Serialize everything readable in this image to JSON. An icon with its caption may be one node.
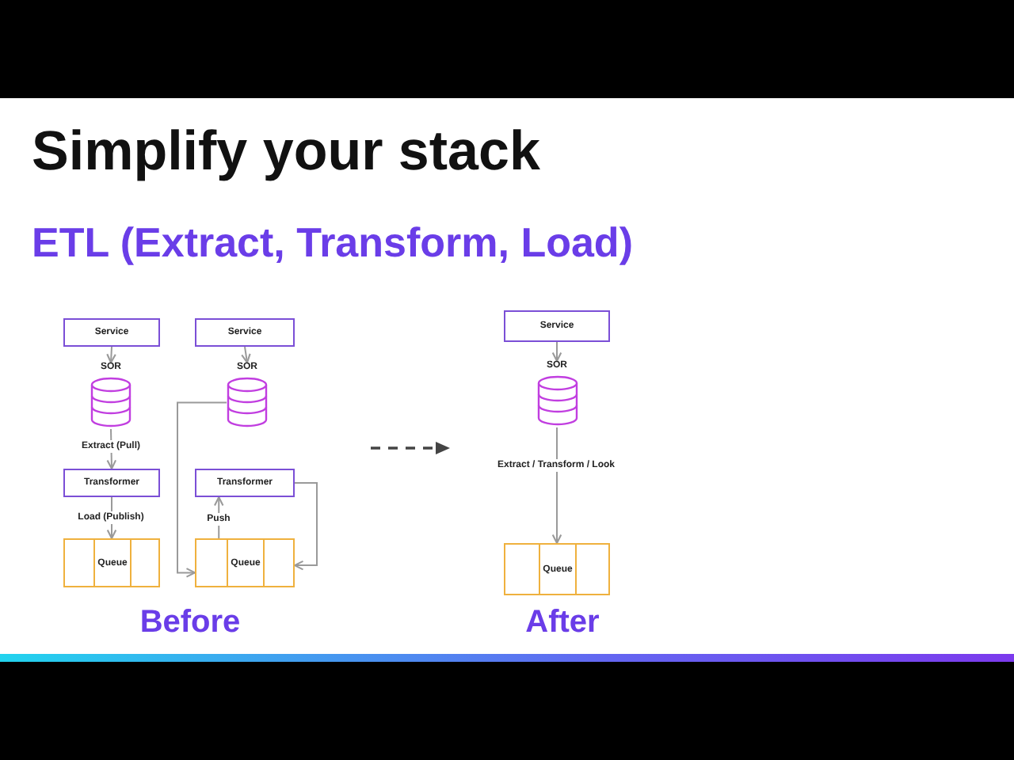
{
  "diagram": {
    "title": "Simplify your stack",
    "nodes": [
      {
        "text": [
          "Service"
        ]
      },
      {
        "text": [
          "SOR"
        ]
      },
      {
        "text": [
          "Transformer"
        ]
      },
      {
        "text": [
          "Queue"
        ]
      },
      {
        "text": [
          "Service"
        ]
      },
      {
        "text": [
          "SOR"
        ]
      },
      {
        "text": [
          "Transformer"
        ]
      },
      {
        "text": [
          "Queue"
        ]
      },
      {
        "text": [
          "Service"
        ]
      },
      {
        "text": [
          "SOR"
        ]
      },
      {
        "text": [
          "Queue"
        ]
      }
    ],
    "edges": [
      {
        "from": 0,
        "to": 1,
        "arrow": "to"
      },
      {
        "from": 1,
        "to": 2,
        "arrow": "to",
        "label": "Extract (Pull)"
      },
      {
        "from": 2,
        "to": 3,
        "arrow": "to",
        "label": "Load (Publish)"
      },
      {
        "from": 4,
        "to": 5,
        "arrow": "to"
      },
      {
        "from": 5,
        "to": 7,
        "arrow": "to"
      },
      {
        "from": 7,
        "to": 6,
        "arrow": "to",
        "label": "Push"
      },
      {
        "from": 6,
        "to": 7,
        "arrow": "to"
      },
      {
        "from": 8,
        "to": 9,
        "arrow": "to"
      },
      {
        "from": 9,
        "to": 10,
        "arrow": "to",
        "label": "Extract / Transform / Look"
      }
    ],
    "labels": [
      "ETL (Extract, Transform, Load)",
      "Before",
      "After"
    ]
  }
}
